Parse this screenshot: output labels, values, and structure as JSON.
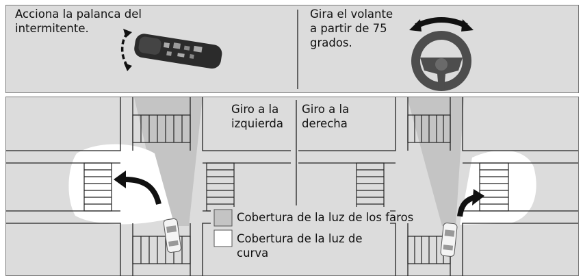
{
  "top_panel": {
    "left_instruction": [
      "Acciona la palanca del",
      "intermitente."
    ],
    "right_instruction": [
      "Gira el volante",
      "a partir de 75",
      "grados."
    ]
  },
  "bottom_panel": {
    "left_label": [
      "Giro a la",
      "izquierda"
    ],
    "right_label": [
      "Giro a la",
      "derecha"
    ]
  },
  "legend": {
    "headlight": "Cobertura de la luz de los faros",
    "cornering": [
      "Cobertura de la luz de",
      "curva"
    ]
  },
  "colors": {
    "panel_bg": "#dcdcdc",
    "headlight_beam": "#c4c4c4",
    "cornering_light": "#ffffff",
    "arrow": "#111111"
  }
}
